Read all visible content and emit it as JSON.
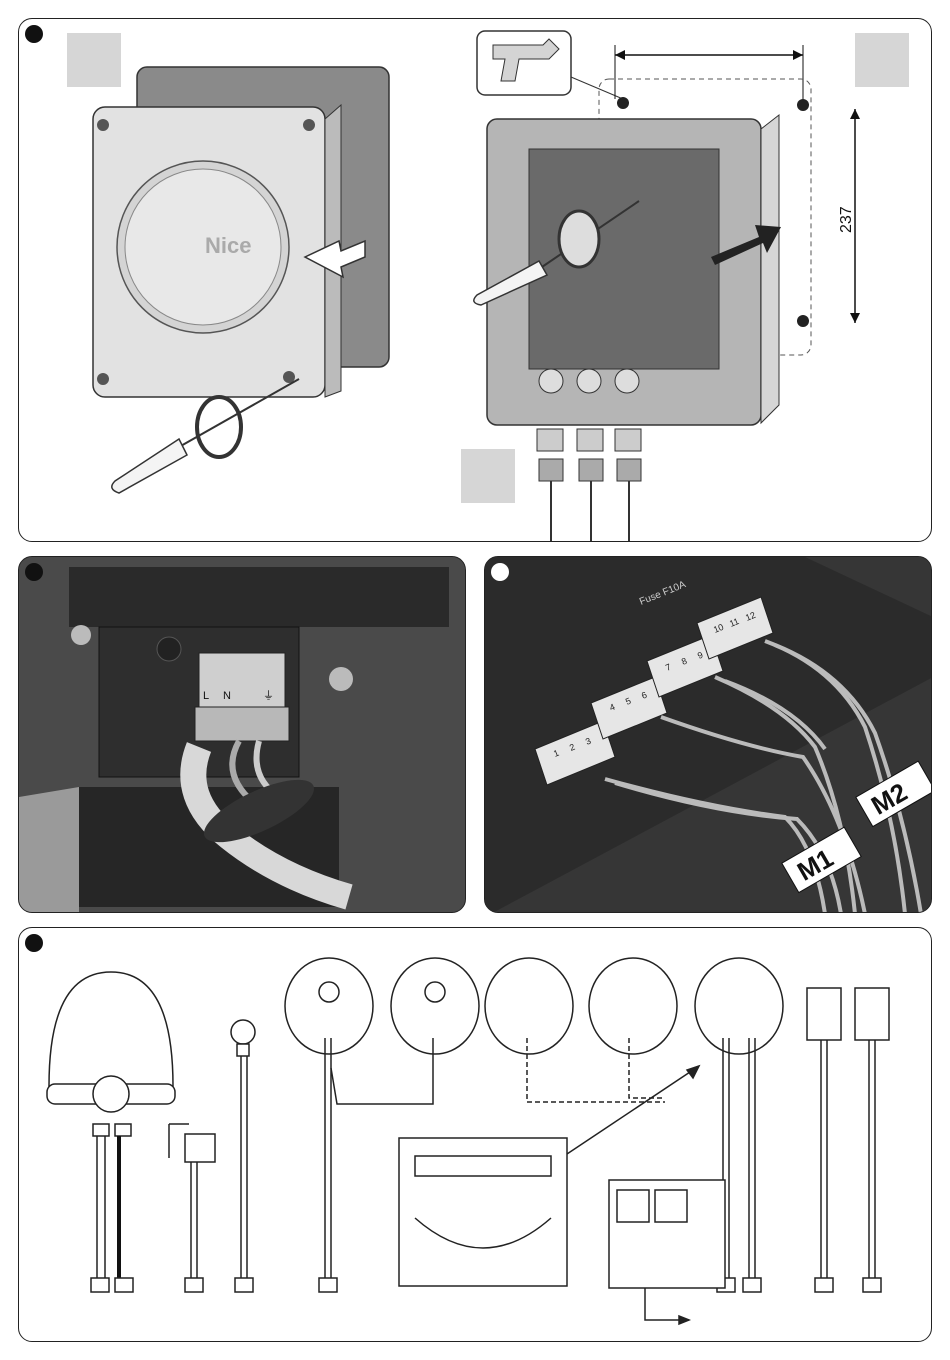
{
  "panel1": {
    "brand_logo": "Nice",
    "dimension_vertical": "237"
  },
  "panel2": {
    "terminal_labels": [
      "L",
      "N",
      "⏚"
    ]
  },
  "panel3": {
    "fuse_label": "Fuse F10A",
    "terminal_numbers": [
      "1",
      "2",
      "3",
      "4",
      "5",
      "6",
      "7",
      "8",
      "9",
      "10",
      "11",
      "12"
    ],
    "motor_tags": [
      "M1",
      "M2"
    ]
  },
  "colors": {
    "outline": "#222222",
    "marker": "#111111",
    "placeholder": "#d6d6d6",
    "photo_dark": "#3a3a3a"
  }
}
